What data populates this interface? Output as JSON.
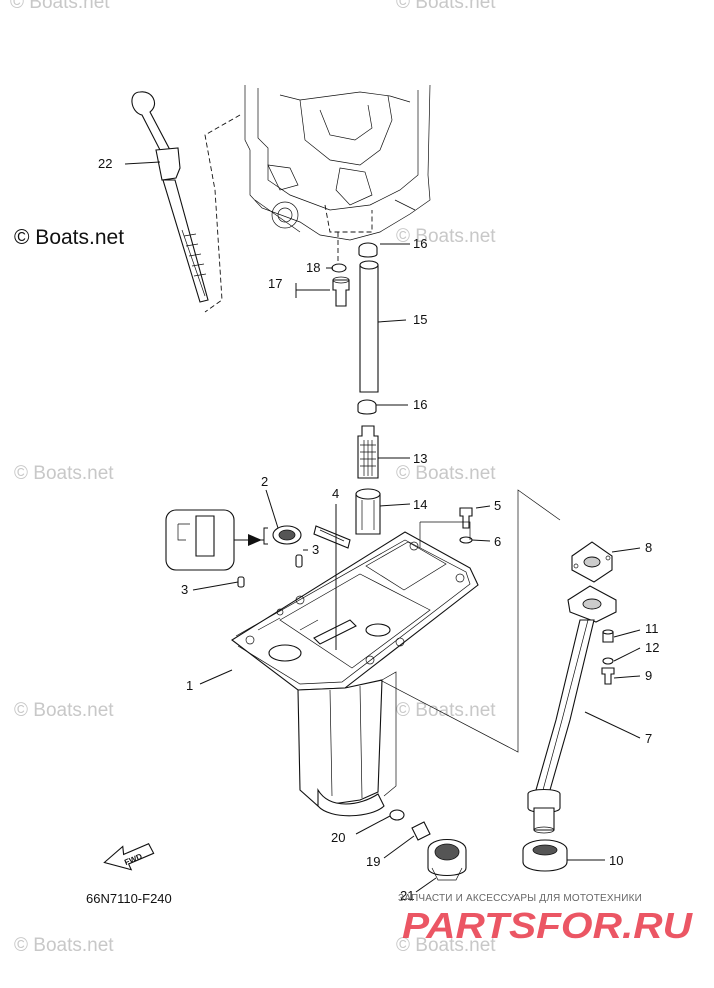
{
  "watermark": {
    "text": "© Boats.net"
  },
  "diagram_code": "66N7110-F240",
  "fwd_label": "FWD",
  "brand": {
    "tagline": "ЗАПЧАСТИ И АКСЕССУАРЫ ДЛЯ МОТОТЕХНИКИ",
    "name": "PARTSFOR.RU",
    "color": "#e8394a"
  },
  "callouts": {
    "c1": "1",
    "c2": "2",
    "c3a": "3",
    "c3b": "3",
    "c4": "4",
    "c5": "5",
    "c6": "6",
    "c7": "7",
    "c8": "8",
    "c9": "9",
    "c10": "10",
    "c11": "11",
    "c12": "12",
    "c13": "13",
    "c14": "14",
    "c15": "15",
    "c16a": "16",
    "c16b": "16",
    "c17": "17",
    "c18": "18",
    "c19": "19",
    "c20": "20",
    "c21": "21",
    "c22": "22"
  }
}
